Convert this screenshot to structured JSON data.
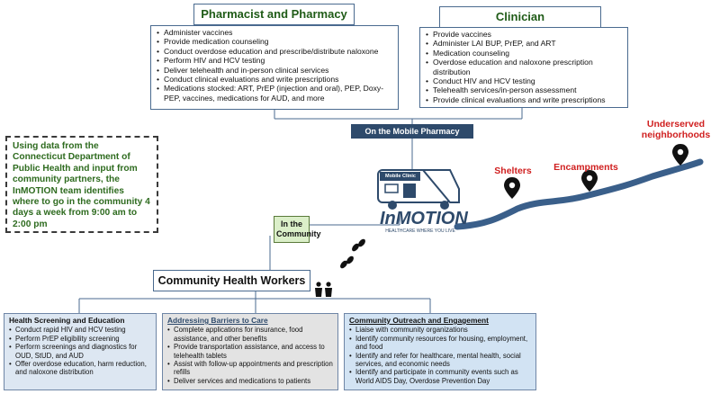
{
  "pharmacist": {
    "title": "Pharmacist and Pharmacy",
    "items": [
      "Administer vaccines",
      "Provide medication counseling",
      "Conduct overdose education and prescribe/distribute naloxone",
      "Perform HIV and HCV testing",
      "Deliver telehealth and in-person clinical services",
      "Conduct clinical evaluations and write prescriptions",
      "Medications stocked: ART, PrEP (injection and oral), PEP, Doxy-PEP, vaccines, medications for AUD, and more"
    ]
  },
  "clinician": {
    "title": "Clinician",
    "items": [
      "Provide vaccines",
      "Administer LAI BUP, PrEP, and ART",
      "Medication counseling",
      "Overdose education and naloxone prescription distribution",
      "Conduct HIV and HCV testing",
      "Telehealth services/in-person assessment",
      "Provide clinical evaluations and write prescriptions"
    ]
  },
  "mobile_pharmacy_label": "On the Mobile Pharmacy",
  "data_note": "Using data from the Connecticut Department of Public Health and input from community partners, the InMOTION team identifies where to go in the community 4 days a week from 9:00 am to 2:00 pm",
  "in_community_label": "In the Community",
  "logo": {
    "van_sign": "Mobile Clinic",
    "name": "InMOTION",
    "tagline": "HEALTHCARE WHERE YOU LIVE"
  },
  "locations": {
    "shelters": "Shelters",
    "encampments": "Encampments",
    "underserved": "Underserved neighborhoods"
  },
  "chw_title": "Community Health Workers",
  "panels": {
    "screening": {
      "title": "Health Screening and Education",
      "items": [
        "Conduct rapid HIV and HCV testing",
        "Perform PrEP eligibility screening",
        "Perform screenings and diagnostics for OUD, StUD, and AUD",
        "Offer overdose education, harm reduction, and naloxone distribution"
      ]
    },
    "barriers": {
      "title": "Addressing Barriers to Care",
      "items": [
        "Complete applications for insurance, food assistance, and other benefits",
        "Provide transportation assistance, and access to telehealth tablets",
        "Assist with follow-up appointments and prescription refills",
        "Deliver services and medications to patients"
      ]
    },
    "outreach": {
      "title": "Community Outreach and Engagement",
      "items": [
        "Liaise with community organizations",
        "Identify community resources for housing, employment, and food",
        "Identify and refer for healthcare, mental health, social services, and economic needs",
        "Identify and participate in community events such as World AIDS Day, Overdose Prevention Day"
      ]
    }
  },
  "colors": {
    "header_green": "#1f5b17",
    "dark_blue": "#2e4a6b",
    "road_blue": "#3a5f8a",
    "label_red": "#d02020",
    "panel_left": "#dde7f2",
    "panel_mid": "#e3e3e3",
    "panel_right": "#d2e3f3"
  }
}
